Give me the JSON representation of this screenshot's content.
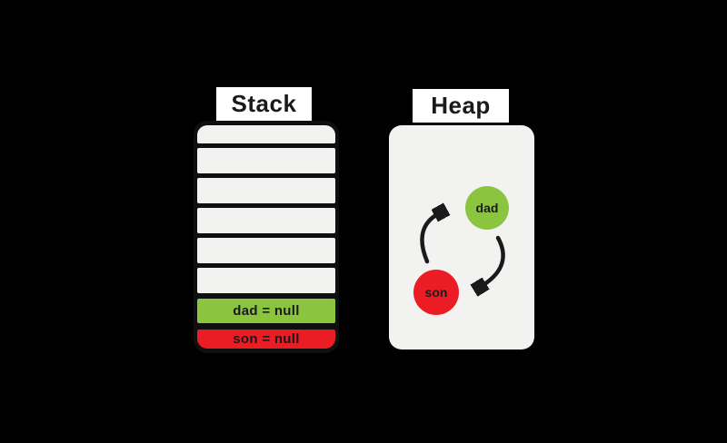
{
  "colors": {
    "background": "#000000",
    "ink": "#1a1a1a",
    "panel_fill": "#f2f2f0",
    "label_bg": "#ffffff",
    "green": "#8bc53f",
    "red": "#ec1c24"
  },
  "stack": {
    "title": "Stack",
    "rows": [
      {
        "label": "",
        "type": "empty"
      },
      {
        "label": "",
        "type": "empty"
      },
      {
        "label": "",
        "type": "empty"
      },
      {
        "label": "",
        "type": "empty"
      },
      {
        "label": "",
        "type": "empty"
      },
      {
        "label": "",
        "type": "empty"
      },
      {
        "label": "dad = null",
        "type": "green"
      },
      {
        "label": "son = null",
        "type": "red"
      }
    ]
  },
  "heap": {
    "title": "Heap",
    "nodes": [
      {
        "id": "dad",
        "label": "dad",
        "color": "green"
      },
      {
        "id": "son",
        "label": "son",
        "color": "red"
      }
    ],
    "edges": [
      {
        "from": "son",
        "to": "dad"
      },
      {
        "from": "dad",
        "to": "son"
      }
    ]
  }
}
